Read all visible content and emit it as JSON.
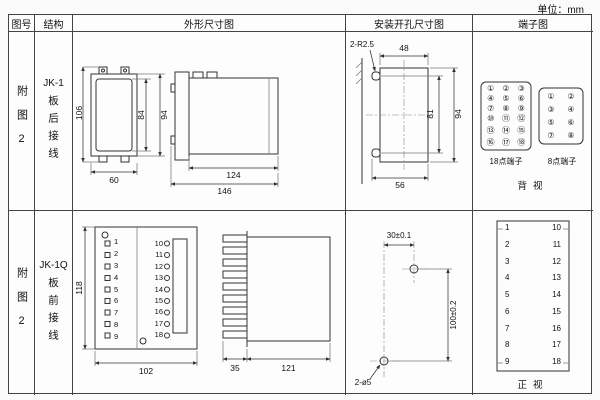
{
  "unit_label": "单位：mm",
  "headers": {
    "fig_no": "图号",
    "structure": "结构",
    "outline": "外形尺寸图",
    "install": "安装开孔尺寸图",
    "terminal": "端子图"
  },
  "row1": {
    "fig_no": "附图2",
    "model": "JK-1",
    "structure": "板后接线",
    "outline_dims": {
      "height_total": "106",
      "height_inner": "84",
      "height_outer": "94",
      "width_front": "60",
      "depth_body": "124",
      "depth_total": "146"
    },
    "install_dims": {
      "corner_note": "2-R2.5",
      "width_top": "48",
      "hole_pitch": "81",
      "height_total": "94",
      "width_bottom": "56"
    },
    "terminal": {
      "label_18": "18点端子",
      "label_8": "8点端子",
      "view_label": "背视",
      "points_18": [
        "①",
        "②",
        "③",
        "④",
        "⑤",
        "⑥",
        "⑦",
        "⑧",
        "⑨",
        "⑩",
        "⑪",
        "⑫",
        "⑬",
        "⑭",
        "⑮",
        "⑯",
        "⑰",
        "⑱"
      ],
      "points_8": [
        "①",
        "②",
        "③",
        "④",
        "⑤",
        "⑥",
        "⑦",
        "⑧"
      ]
    }
  },
  "row2": {
    "fig_no": "附图2",
    "model": "JK-1Q",
    "structure": "板前接线",
    "outline_dims": {
      "height": "118",
      "width": "102",
      "depth_front": "35",
      "depth_body": "121"
    },
    "front_view": {
      "left_terminals": [
        "1",
        "2",
        "3",
        "4",
        "5",
        "6",
        "7",
        "8",
        "9"
      ],
      "right_terminals": [
        "10",
        "11",
        "12",
        "13",
        "14",
        "15",
        "16",
        "17",
        "18"
      ]
    },
    "install_dims": {
      "hole_offset": "30±0.1",
      "hole_pitch": "100±0.2",
      "holes_note": "2-ø5"
    },
    "terminal": {
      "left": [
        "1",
        "2",
        "3",
        "4",
        "5",
        "6",
        "7",
        "8",
        "9"
      ],
      "right": [
        "10",
        "11",
        "12",
        "13",
        "14",
        "15",
        "16",
        "17",
        "18"
      ],
      "view_label": "正视"
    }
  }
}
